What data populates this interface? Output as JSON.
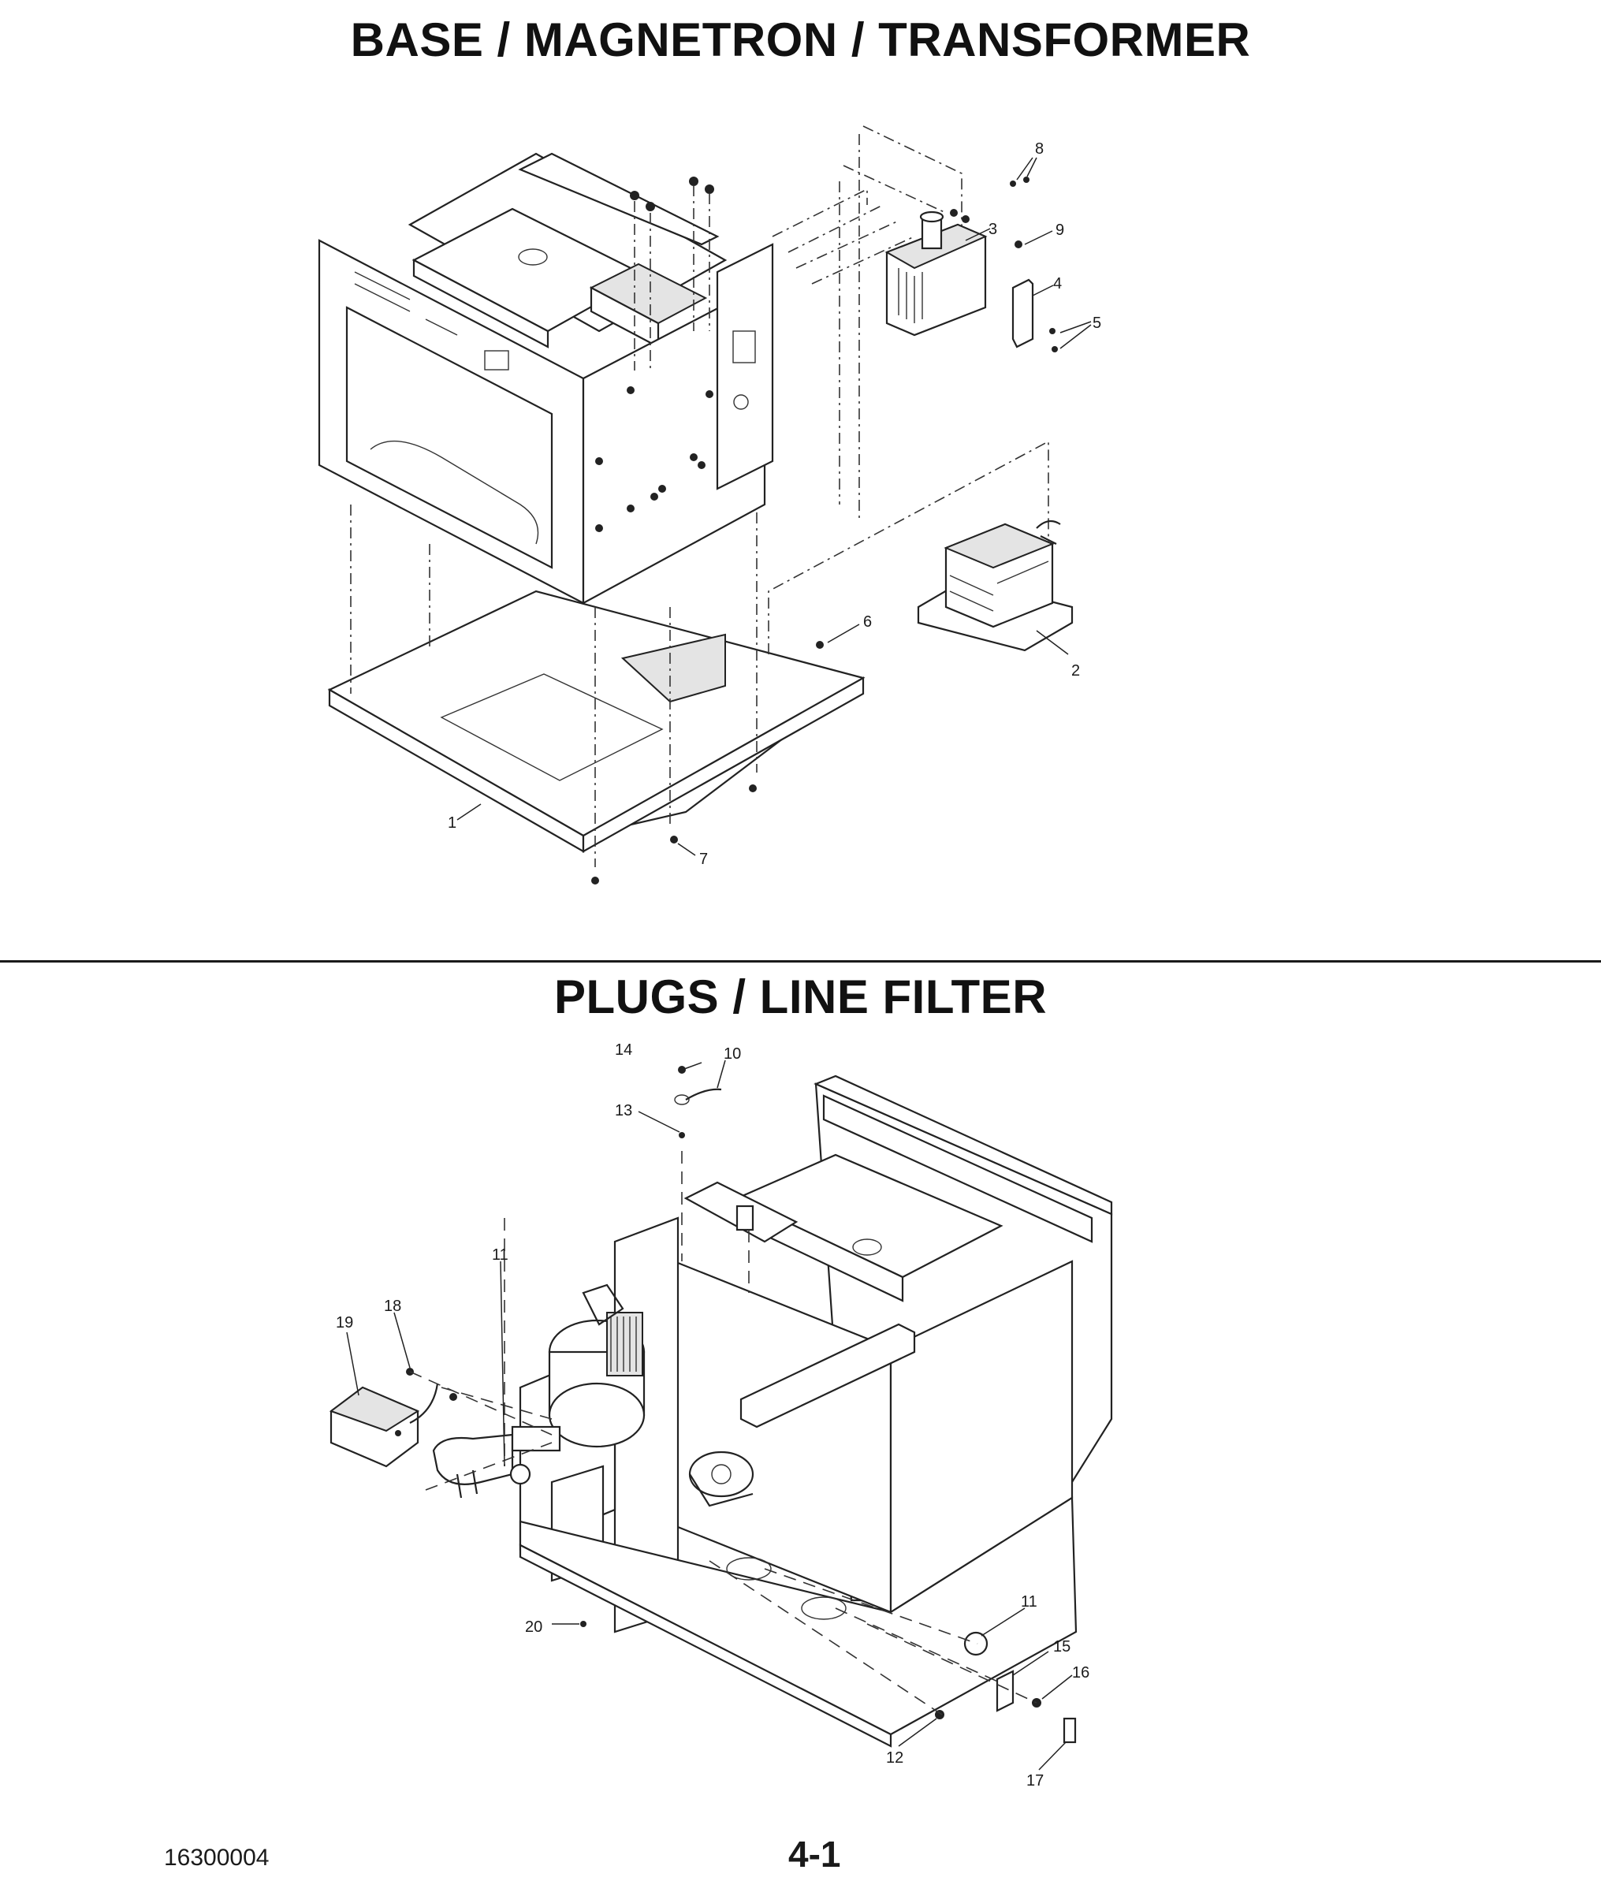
{
  "sections": [
    {
      "title": "BASE / MAGNETRON / TRANSFORMER"
    },
    {
      "title": "PLUGS / LINE FILTER"
    }
  ],
  "callouts_top": [
    "1",
    "2",
    "3",
    "4",
    "5",
    "6",
    "7",
    "8",
    "9"
  ],
  "callouts_bottom": [
    "10",
    "11",
    "11",
    "12",
    "13",
    "14",
    "15",
    "16",
    "17",
    "18",
    "19",
    "20"
  ],
  "footer": {
    "doc_number": "16300004",
    "page_number": "4-1"
  }
}
